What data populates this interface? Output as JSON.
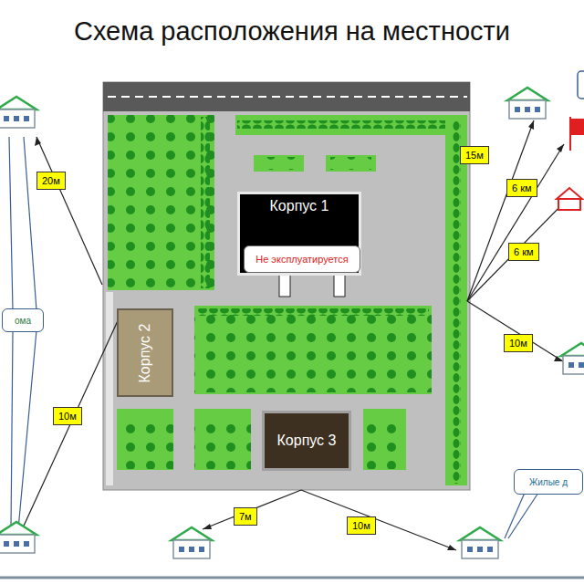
{
  "diagram": {
    "title": "Схема расположения на местности",
    "nodes": [
      {
        "text": [
          "Корпус 1"
        ]
      },
      {
        "text": [
          "Не эксплуатируется"
        ],
        "in": 0
      },
      {
        "text": [
          "Корпус 2"
        ]
      },
      {
        "text": [
          "Корпус 3"
        ]
      },
      {
        "text": [
          "ома"
        ]
      },
      {
        "text": [
          "Жилые д"
        ]
      }
    ],
    "labels": [
      "20м",
      "15м",
      "6 км",
      "6 км",
      "10м",
      "10м",
      "7м",
      "10м"
    ]
  }
}
